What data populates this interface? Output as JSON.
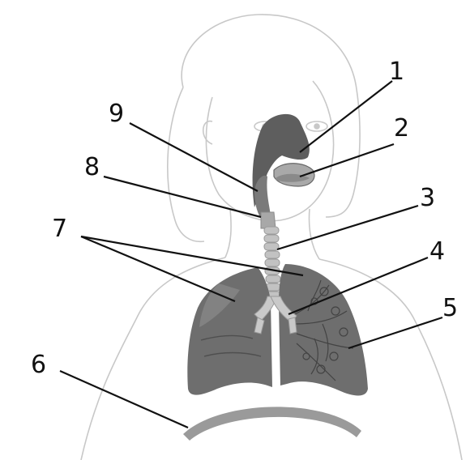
{
  "figure": {
    "labels": [
      "1",
      "2",
      "3",
      "4",
      "5",
      "6",
      "7",
      "8",
      "9"
    ]
  },
  "colors": {
    "outline": "#c8c8c8",
    "lung_dark": "#6e6e6e",
    "lung_mid": "#8c8c8c",
    "airway": "#bdbdbd",
    "diaphragm": "#9a9a9a",
    "label_text": "#111111"
  }
}
